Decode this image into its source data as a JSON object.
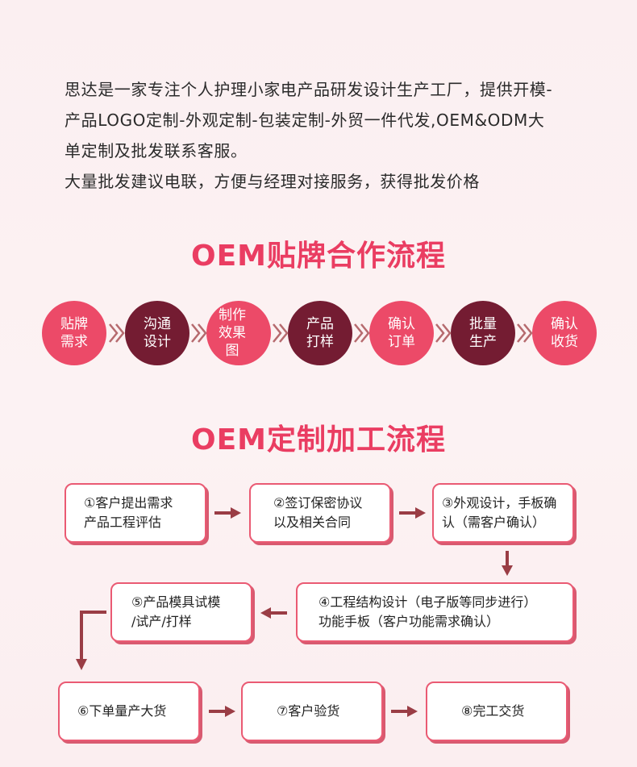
{
  "intro": {
    "line1": "思达是一家专注个人护理小家电产品研发设计生产工厂，提供开模-",
    "line2": "产品LOGO定制-外观定制-包装定制-外贸一件代发,OEM&ODM大",
    "line3": "单定制及批发联系客服。",
    "line4": "大量批发建议电联，方便与经理对接服务，获得批发价格"
  },
  "section1": {
    "title": "OEM贴牌合作流程",
    "steps": [
      {
        "line1": "贴牌",
        "line2": "需求",
        "color": "#ec4a68"
      },
      {
        "line1": "沟通",
        "line2": "设计",
        "color": "#741c32"
      },
      {
        "line1": "制作",
        "line2": "效果图",
        "color": "#ec4a68"
      },
      {
        "line1": "产品",
        "line2": "打样",
        "color": "#741c32"
      },
      {
        "line1": "确认",
        "line2": "订单",
        "color": "#ec4a68"
      },
      {
        "line1": "批量",
        "line2": "生产",
        "color": "#741c32"
      },
      {
        "line1": "确认",
        "line2": "收货",
        "color": "#ec4a68"
      }
    ]
  },
  "section2": {
    "title": "OEM定制加工流程",
    "steps": {
      "s1": "①客户提出需求\n产品工程评估",
      "s2": "②签订保密协议\n以及相关合同",
      "s3": "③外观设计，手板确\n认（需客户确认）",
      "s4": "④工程结构设计（电子版等同步进行）\n功能手板（客户功能需求确认）",
      "s5": "⑤产品模具试模\n/试产/打样",
      "s6": "⑥下单量产大货",
      "s7": "⑦客户验货",
      "s8": "⑧完工交货"
    }
  },
  "colors": {
    "accent_pink": "#ec4a68",
    "accent_dark": "#741c32",
    "title_pink": "#ea3d62",
    "arrow": "#9a3d45"
  }
}
